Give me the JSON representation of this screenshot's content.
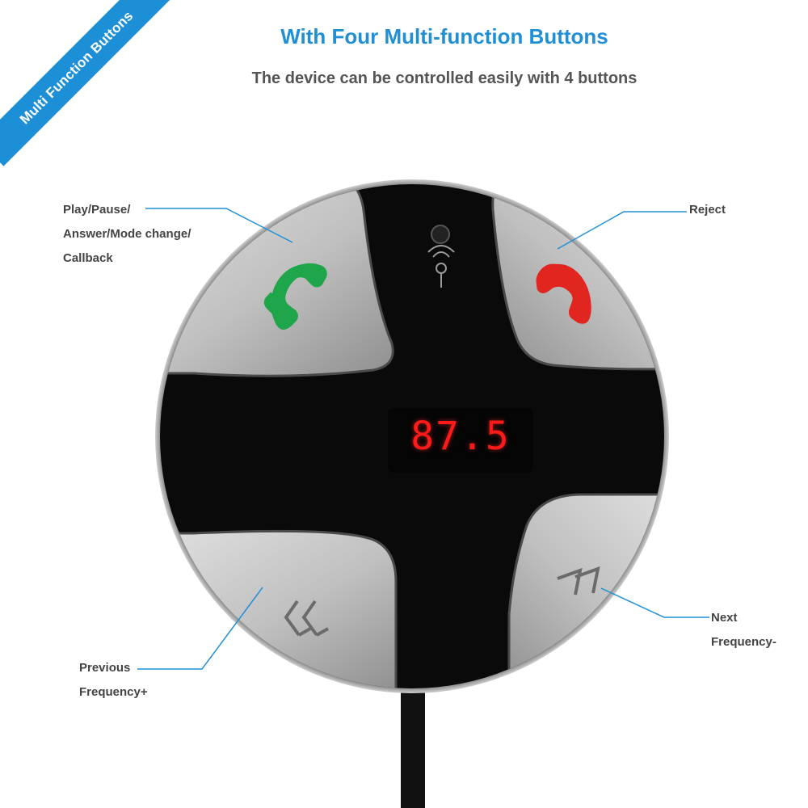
{
  "banner": {
    "text": "Multi Function Buttons"
  },
  "header": {
    "title": "With Four Multi-function Buttons",
    "subtitle": "The device can be controlled easily with 4 buttons"
  },
  "labels": {
    "play_pause": [
      "Play/Pause/",
      "Answer/Mode change/",
      "Callback"
    ],
    "reject": [
      "Reject"
    ],
    "previous": [
      "Previous",
      "Frequency+"
    ],
    "next": [
      "Next",
      "Frequency-"
    ]
  },
  "display": {
    "frequency": "87.5"
  },
  "colors": {
    "accent_blue": "#1f8fd6",
    "answer_green": "#1fa64a",
    "reject_red": "#e0261f",
    "display_red": "#ff1a1a",
    "body_black": "#0a0a0a",
    "button_silver": "#c2c2c2"
  },
  "icons": {
    "answer": "phone-answer-icon",
    "reject": "phone-reject-icon",
    "previous": "double-chevron-left-icon",
    "next": "double-chevron-right-icon",
    "microphone": "microphone-icon"
  }
}
